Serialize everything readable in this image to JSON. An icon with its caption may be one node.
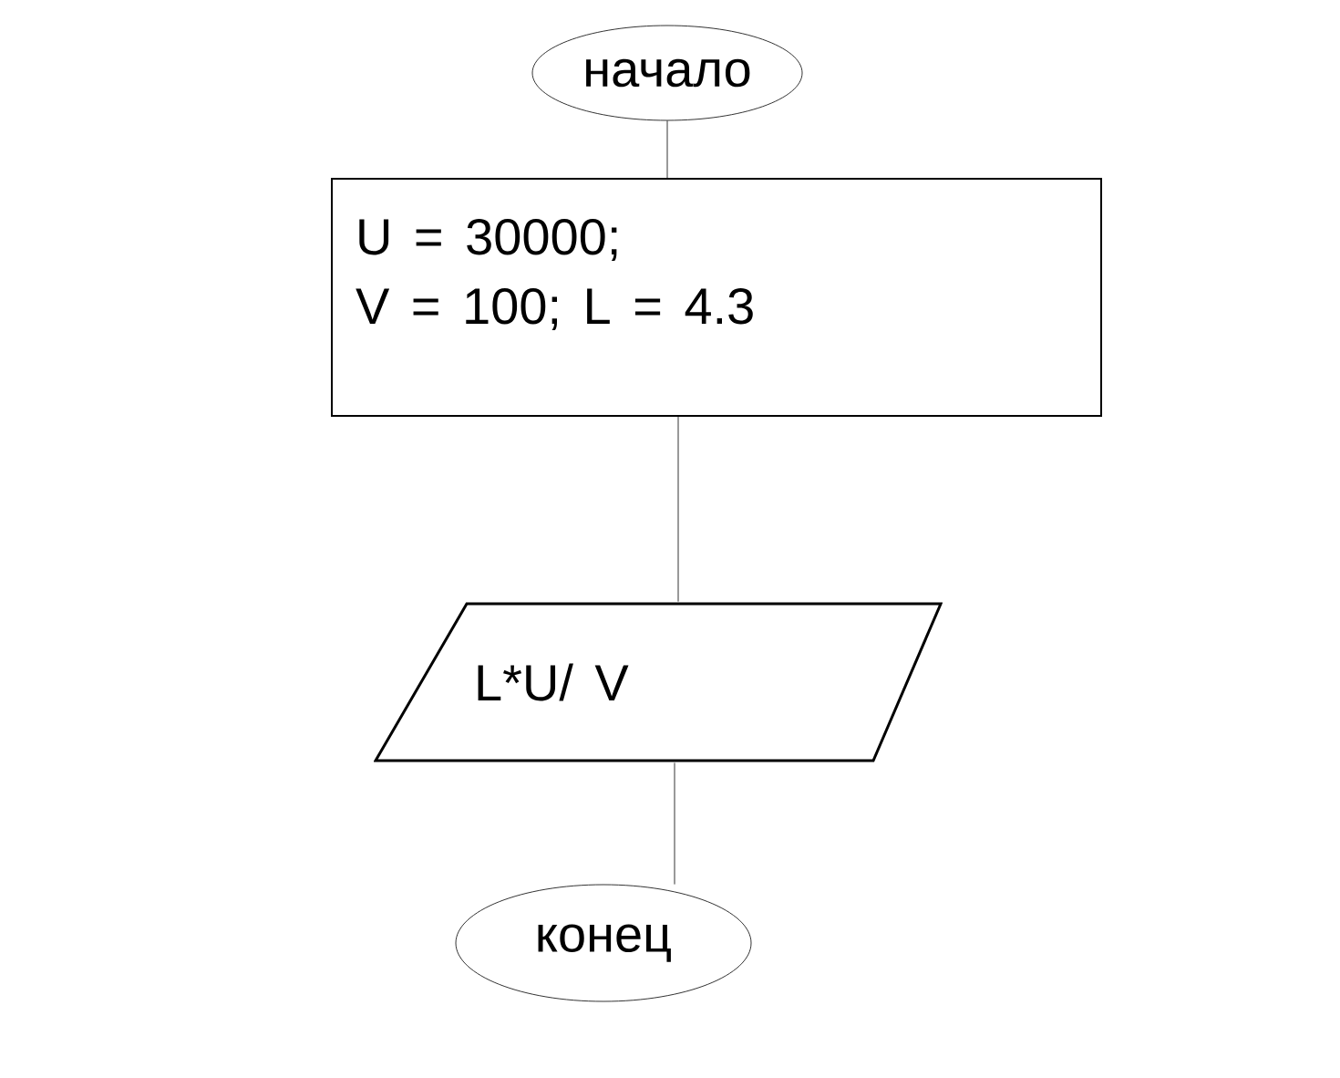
{
  "diagram": {
    "nodes": [
      {
        "text": [
          "начало"
        ]
      },
      {
        "text": [
          "U = 30000;",
          "V = 100; L = 4.3"
        ]
      },
      {
        "text": [
          "L*U/ V"
        ]
      },
      {
        "text": [
          "конец"
        ]
      }
    ],
    "edges": [
      {
        "from": 0,
        "to": 1,
        "arrow": "none"
      },
      {
        "from": 1,
        "to": 2,
        "arrow": "none"
      },
      {
        "from": 2,
        "to": 3,
        "arrow": "none"
      }
    ]
  }
}
